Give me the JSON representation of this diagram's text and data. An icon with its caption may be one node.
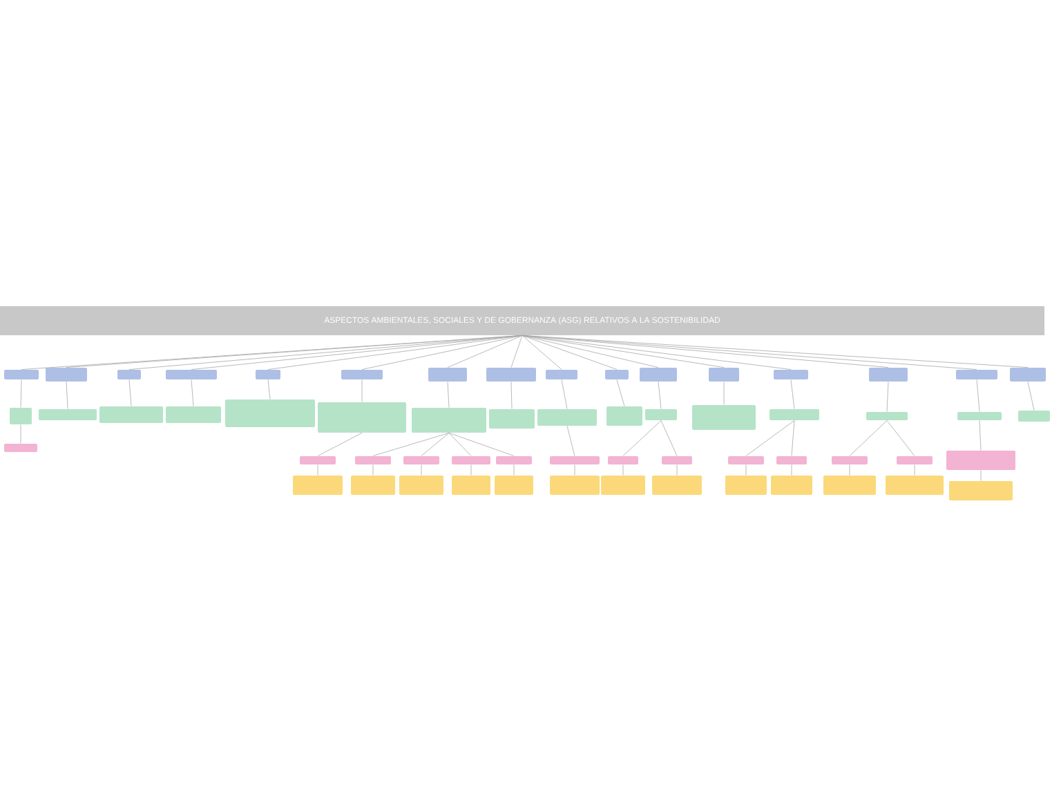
{
  "diagram": {
    "nodes": [
      {
        "text": [
          "ASPECTOS AMBIENTALES, SOCIALES Y DE GOBERNANZA (ASG) RELATIVOS A LA SOSTENIBILIDAD"
        ]
      },
      {
        "text": [],
        "shape": "box"
      },
      {
        "text": [],
        "shape": "box"
      },
      {
        "text": [],
        "shape": "box"
      },
      {
        "text": [],
        "shape": "box"
      },
      {
        "text": [],
        "shape": "box"
      },
      {
        "text": [],
        "shape": "box"
      },
      {
        "text": [],
        "shape": "box"
      },
      {
        "text": [],
        "shape": "box"
      },
      {
        "text": [],
        "shape": "box"
      },
      {
        "text": [],
        "shape": "box"
      },
      {
        "text": [],
        "shape": "box"
      },
      {
        "text": [],
        "shape": "box"
      },
      {
        "text": [],
        "shape": "box"
      },
      {
        "text": [],
        "shape": "box"
      },
      {
        "text": [],
        "shape": "box"
      },
      {
        "text": [],
        "shape": "box"
      },
      {
        "text": [],
        "shape": "box"
      },
      {
        "text": [],
        "shape": "box"
      },
      {
        "text": [],
        "shape": "box"
      },
      {
        "text": [],
        "shape": "box"
      },
      {
        "text": [],
        "shape": "box"
      },
      {
        "text": [],
        "shape": "box"
      },
      {
        "text": [],
        "shape": "box"
      },
      {
        "text": [],
        "shape": "box"
      },
      {
        "text": [],
        "shape": "box"
      },
      {
        "text": [],
        "shape": "box"
      },
      {
        "text": [],
        "shape": "box"
      },
      {
        "text": [],
        "shape": "box"
      },
      {
        "text": [],
        "shape": "box"
      },
      {
        "text": [],
        "shape": "box"
      },
      {
        "text": [],
        "shape": "box"
      },
      {
        "text": [],
        "shape": "box"
      },
      {
        "text": [],
        "shape": "box"
      },
      {
        "text": [],
        "shape": "box"
      },
      {
        "text": [],
        "shape": "box"
      },
      {
        "text": [],
        "shape": "box"
      },
      {
        "text": [],
        "shape": "box"
      },
      {
        "text": [],
        "shape": "box"
      },
      {
        "text": [],
        "shape": "box"
      },
      {
        "text": [],
        "shape": "box"
      },
      {
        "text": [],
        "shape": "box"
      },
      {
        "text": [],
        "shape": "box"
      },
      {
        "text": [],
        "shape": "box"
      },
      {
        "text": [],
        "shape": "box"
      },
      {
        "text": [],
        "shape": "box"
      },
      {
        "text": [],
        "shape": "box"
      },
      {
        "text": [],
        "shape": "box"
      },
      {
        "text": [],
        "shape": "box"
      },
      {
        "text": [],
        "shape": "box"
      },
      {
        "text": [],
        "shape": "box"
      },
      {
        "text": [],
        "shape": "box"
      },
      {
        "text": [],
        "shape": "box"
      },
      {
        "text": [],
        "shape": "box"
      },
      {
        "text": [],
        "shape": "box"
      },
      {
        "text": [],
        "shape": "box"
      },
      {
        "text": [],
        "shape": "box"
      },
      {
        "text": [],
        "shape": "box"
      },
      {
        "text": [],
        "shape": "box"
      },
      {
        "text": [],
        "shape": "box"
      }
    ],
    "edges": [
      {
        "from": 0,
        "to": 1,
        "arrow": "none"
      },
      {
        "from": 0,
        "to": 2,
        "arrow": "none"
      },
      {
        "from": 0,
        "to": 3,
        "arrow": "none"
      },
      {
        "from": 0,
        "to": 4,
        "arrow": "none"
      },
      {
        "from": 0,
        "to": 5,
        "arrow": "none"
      },
      {
        "from": 0,
        "to": 6,
        "arrow": "none"
      },
      {
        "from": 0,
        "to": 7,
        "arrow": "none"
      },
      {
        "from": 0,
        "to": 8,
        "arrow": "none"
      },
      {
        "from": 0,
        "to": 9,
        "arrow": "none"
      },
      {
        "from": 0,
        "to": 10,
        "arrow": "none"
      },
      {
        "from": 0,
        "to": 11,
        "arrow": "none"
      },
      {
        "from": 0,
        "to": 12,
        "arrow": "none"
      },
      {
        "from": 0,
        "to": 13,
        "arrow": "none"
      },
      {
        "from": 0,
        "to": 14,
        "arrow": "none"
      },
      {
        "from": 0,
        "to": 15,
        "arrow": "none"
      },
      {
        "from": 0,
        "to": 16,
        "arrow": "none"
      },
      {
        "from": 1,
        "to": 17,
        "arrow": "none"
      },
      {
        "from": 2,
        "to": 18,
        "arrow": "none"
      },
      {
        "from": 3,
        "to": 19,
        "arrow": "none"
      },
      {
        "from": 4,
        "to": 20,
        "arrow": "none"
      },
      {
        "from": 5,
        "to": 21,
        "arrow": "none"
      },
      {
        "from": 6,
        "to": 22,
        "arrow": "none"
      },
      {
        "from": 7,
        "to": 23,
        "arrow": "none"
      },
      {
        "from": 8,
        "to": 24,
        "arrow": "none"
      },
      {
        "from": 9,
        "to": 25,
        "arrow": "none"
      },
      {
        "from": 10,
        "to": 26,
        "arrow": "none"
      },
      {
        "from": 11,
        "to": 27,
        "arrow": "none"
      },
      {
        "from": 12,
        "to": 28,
        "arrow": "none"
      },
      {
        "from": 13,
        "to": 29,
        "arrow": "none"
      },
      {
        "from": 14,
        "to": 30,
        "arrow": "none"
      },
      {
        "from": 15,
        "to": 31,
        "arrow": "none"
      },
      {
        "from": 16,
        "to": 32,
        "arrow": "none"
      },
      {
        "from": 17,
        "to": 33,
        "arrow": "none"
      },
      {
        "from": 22,
        "to": 34,
        "arrow": "none"
      },
      {
        "from": 23,
        "to": 35,
        "arrow": "none"
      },
      {
        "from": 23,
        "to": 36,
        "arrow": "none"
      },
      {
        "from": 23,
        "to": 37,
        "arrow": "none"
      },
      {
        "from": 23,
        "to": 38,
        "arrow": "none"
      },
      {
        "from": 25,
        "to": 39,
        "arrow": "none"
      },
      {
        "from": 27,
        "to": 40,
        "arrow": "none"
      },
      {
        "from": 27,
        "to": 41,
        "arrow": "none"
      },
      {
        "from": 29,
        "to": 42,
        "arrow": "none"
      },
      {
        "from": 29,
        "to": 43,
        "arrow": "none"
      },
      {
        "from": 30,
        "to": 44,
        "arrow": "none"
      },
      {
        "from": 30,
        "to": 45,
        "arrow": "none"
      },
      {
        "from": 31,
        "to": 46,
        "arrow": "none"
      },
      {
        "from": 34,
        "to": 47,
        "arrow": "none"
      },
      {
        "from": 35,
        "to": 48,
        "arrow": "none"
      },
      {
        "from": 36,
        "to": 49,
        "arrow": "none"
      },
      {
        "from": 37,
        "to": 50,
        "arrow": "none"
      },
      {
        "from": 38,
        "to": 51,
        "arrow": "none"
      },
      {
        "from": 39,
        "to": 52,
        "arrow": "none"
      },
      {
        "from": 40,
        "to": 53,
        "arrow": "none"
      },
      {
        "from": 41,
        "to": 54,
        "arrow": "none"
      },
      {
        "from": 42,
        "to": 55,
        "arrow": "none"
      },
      {
        "from": 43,
        "to": 56,
        "arrow": "none"
      },
      {
        "from": 44,
        "to": 57,
        "arrow": "none"
      },
      {
        "from": 45,
        "to": 58,
        "arrow": "none"
      },
      {
        "from": 46,
        "to": 59,
        "arrow": "none"
      }
    ]
  }
}
